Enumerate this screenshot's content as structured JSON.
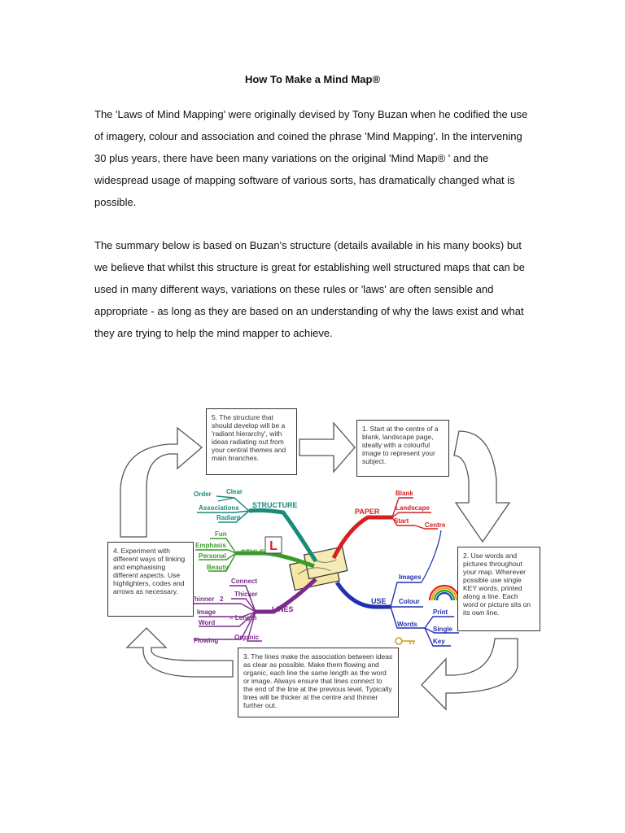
{
  "document": {
    "title": "How To Make a Mind Map®",
    "paragraphs": [
      "The 'Laws of Mind Mapping' were originally devised by Tony Buzan when he codified the use of imagery, colour and association and coined the phrase 'Mind Mapping'. In the intervening 30 plus years, there have been many variations on the original 'Mind Map® ' and the widespread usage of mapping software of various sorts, has dramatically changed what is possible.",
      "The summary below is based on Buzan's structure (details available in his many books) but we believe that whilst this structure is great for establishing well structured maps that can be used in many different ways, variations on these rules or 'laws' are often sensible and appropriate - as long as they are based on an understanding of why the laws exist and what they are trying to help the mind mapper to achieve."
    ]
  },
  "figure": {
    "boxes": {
      "step5": "5. The structure that should develop will be a 'radiant hierarchy', with ideas radiating out from your central themes and main branches.",
      "step1": "1. Start at the centre of a blank, landscape page, ideally with a colourful image to represent your subject.",
      "step4": "4. Experiment with different ways of linking and emphasising different aspects. Use highlighters, codes and arrows as necessary.",
      "step2": "2. Use words and pictures throughout your map. Wherever possible use single KEY words, printed along a line. Each word or picture sits on its own line.",
      "step3": "3. The lines make the association between ideas as clear as possible. Make them flowing and organic, each line the same length as the word or image. Always ensure that lines connect to the end of the line at the previous level. Typically lines will be thicker at the centre and thinner further out."
    },
    "branches": {
      "structure": {
        "label": "STRUCTURE",
        "children": [
          "Order",
          "Clear",
          "Associations",
          "Radiant"
        ],
        "color": "#1a8a7a"
      },
      "style": {
        "label": "STYLE",
        "children": [
          "Fun",
          "Emphasis",
          "Personal",
          "Beauty"
        ],
        "color": "#3a9a2a"
      },
      "lines": {
        "label": "LINES",
        "children": [
          "Connect",
          "Thicker",
          "Thinner",
          "2",
          "Image",
          "= Length",
          "Word",
          "Flowing",
          "Organic"
        ],
        "color": "#7a2a8a"
      },
      "paper": {
        "label": "PAPER",
        "children": [
          "Blank",
          "Landscape",
          "Start",
          "Centre"
        ],
        "color": "#d42020"
      },
      "use": {
        "label": "USE",
        "children": [
          "Images",
          "Colour",
          "Words",
          "Print",
          "Single",
          "Key"
        ],
        "color": "#2030b0"
      }
    },
    "icon_letter": "L",
    "arrow_color": "#555555"
  }
}
